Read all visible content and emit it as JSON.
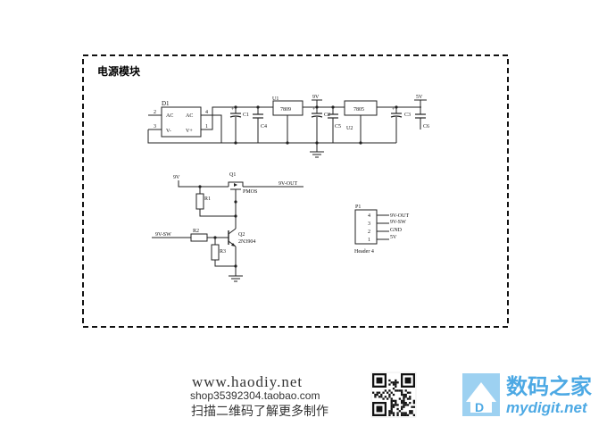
{
  "module_title": "电源模块",
  "components": {
    "bridge": {
      "ref": "D1",
      "pin_ac1": "AC",
      "pin_ac2": "AC",
      "pin_vneg": "V-",
      "pin_vpos": "V+",
      "pin2": "2",
      "pin3": "3",
      "pin4": "4",
      "pin1": "1"
    },
    "c1": "C1",
    "c4": "C4",
    "u1": {
      "ref": "U1",
      "value": "7809"
    },
    "net_9v": "9V",
    "c2": "C2",
    "c5": "C5",
    "u2": {
      "ref": "U2",
      "value": "7805"
    },
    "net_5v": "5V",
    "c3": "C3",
    "c6": "C6",
    "q1": {
      "ref": "Q1",
      "value": "PMOS"
    },
    "net_9v_in": "9V",
    "net_9v_out": "9V-OUT",
    "r1": "R1",
    "net_9v_sw": "9V-SW",
    "r2": "R2",
    "r3": "R3",
    "q2": {
      "ref": "Q2",
      "value": "2N3904"
    },
    "header": {
      "ref": "P1",
      "value": "Header 4",
      "pins": [
        {
          "num": "4",
          "net": "9V-OUT"
        },
        {
          "num": "3",
          "net": "9V-SW"
        },
        {
          "num": "2",
          "net": "GND"
        },
        {
          "num": "1",
          "net": "5V"
        }
      ]
    }
  },
  "footer": {
    "website": "www.haodiy.net",
    "shop": "shop35392304.taobao.com",
    "qr_hint": "扫描二维码了解更多制作"
  },
  "watermark": {
    "name_cn": "数码之家",
    "domain": "mydigit.net",
    "logo_letter": "D"
  }
}
